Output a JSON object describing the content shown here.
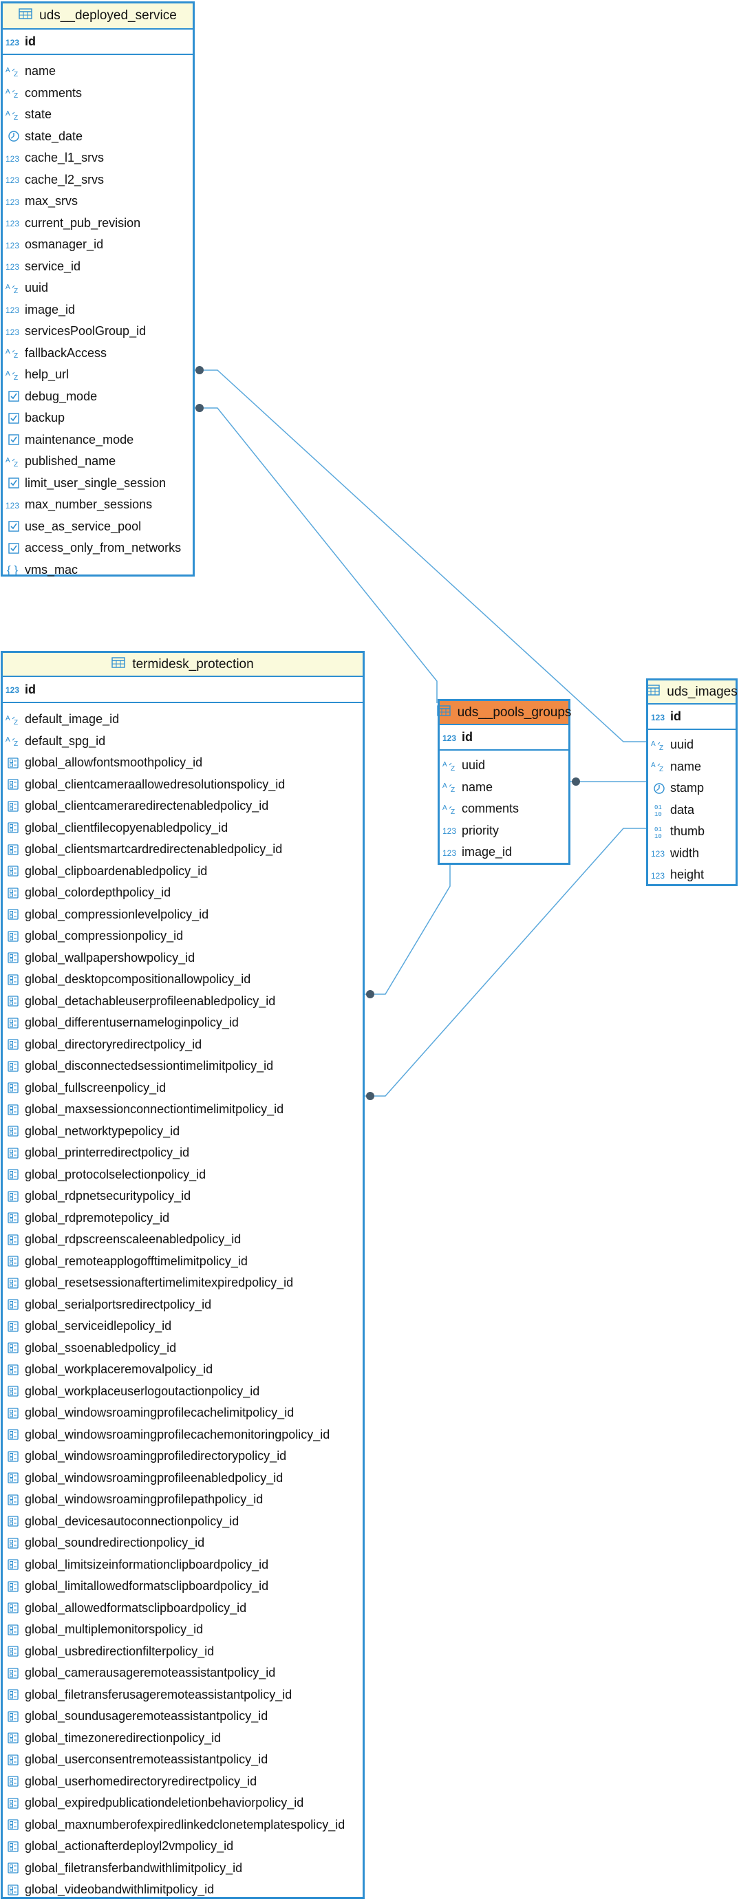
{
  "tables": {
    "deployed_service": {
      "name": "uds__deployed_service",
      "pk": {
        "name": "id",
        "type": "num"
      },
      "columns": [
        {
          "name": "name",
          "type": "str"
        },
        {
          "name": "comments",
          "type": "str"
        },
        {
          "name": "state",
          "type": "str"
        },
        {
          "name": "state_date",
          "type": "date"
        },
        {
          "name": "cache_l1_srvs",
          "type": "num"
        },
        {
          "name": "cache_l2_srvs",
          "type": "num"
        },
        {
          "name": "max_srvs",
          "type": "num"
        },
        {
          "name": "current_pub_revision",
          "type": "num"
        },
        {
          "name": "osmanager_id",
          "type": "num"
        },
        {
          "name": "service_id",
          "type": "num"
        },
        {
          "name": "uuid",
          "type": "str"
        },
        {
          "name": "image_id",
          "type": "num"
        },
        {
          "name": "servicesPoolGroup_id",
          "type": "num"
        },
        {
          "name": "fallbackAccess",
          "type": "str"
        },
        {
          "name": "help_url",
          "type": "str"
        },
        {
          "name": "debug_mode",
          "type": "bool"
        },
        {
          "name": "backup",
          "type": "bool"
        },
        {
          "name": "maintenance_mode",
          "type": "bool"
        },
        {
          "name": "published_name",
          "type": "str"
        },
        {
          "name": "limit_user_single_session",
          "type": "bool"
        },
        {
          "name": "max_number_sessions",
          "type": "num"
        },
        {
          "name": "use_as_service_pool",
          "type": "bool"
        },
        {
          "name": "access_only_from_networks",
          "type": "bool"
        },
        {
          "name": "vms_mac",
          "type": "json"
        }
      ]
    },
    "termidesk_protection": {
      "name": "termidesk_protection",
      "pk": {
        "name": "id",
        "type": "num"
      },
      "columns": [
        {
          "name": "default_image_id",
          "type": "str"
        },
        {
          "name": "default_spg_id",
          "type": "str"
        },
        {
          "name": "global_allowfontsmoothpolicy_id",
          "type": "pol"
        },
        {
          "name": "global_clientcameraallowedresolutionspolicy_id",
          "type": "pol"
        },
        {
          "name": "global_clientcameraredirectenabledpolicy_id",
          "type": "pol"
        },
        {
          "name": "global_clientfilecopyenabledpolicy_id",
          "type": "pol"
        },
        {
          "name": "global_clientsmartcardredirectenabledpolicy_id",
          "type": "pol"
        },
        {
          "name": "global_clipboardenabledpolicy_id",
          "type": "pol"
        },
        {
          "name": "global_colordepthpolicy_id",
          "type": "pol"
        },
        {
          "name": "global_compressionlevelpolicy_id",
          "type": "pol"
        },
        {
          "name": "global_compressionpolicy_id",
          "type": "pol"
        },
        {
          "name": "global_wallpapershowpolicy_id",
          "type": "pol"
        },
        {
          "name": "global_desktopcompositionallowpolicy_id",
          "type": "pol"
        },
        {
          "name": "global_detachableuserprofileenabledpolicy_id",
          "type": "pol"
        },
        {
          "name": "global_differentusernameloginpolicy_id",
          "type": "pol"
        },
        {
          "name": "global_directoryredirectpolicy_id",
          "type": "pol"
        },
        {
          "name": "global_disconnectedsessiontimelimitpolicy_id",
          "type": "pol"
        },
        {
          "name": "global_fullscreenpolicy_id",
          "type": "pol"
        },
        {
          "name": "global_maxsessionconnectiontimelimitpolicy_id",
          "type": "pol"
        },
        {
          "name": "global_networktypepolicy_id",
          "type": "pol"
        },
        {
          "name": "global_printerredirectpolicy_id",
          "type": "pol"
        },
        {
          "name": "global_protocolselectionpolicy_id",
          "type": "pol"
        },
        {
          "name": "global_rdpnetsecuritypolicy_id",
          "type": "pol"
        },
        {
          "name": "global_rdpremotepolicy_id",
          "type": "pol"
        },
        {
          "name": "global_rdpscreenscaleenabledpolicy_id",
          "type": "pol"
        },
        {
          "name": "global_remoteapplogofftimelimitpolicy_id",
          "type": "pol"
        },
        {
          "name": "global_resetsessionaftertimelimitexpiredpolicy_id",
          "type": "pol"
        },
        {
          "name": "global_serialportsredirectpolicy_id",
          "type": "pol"
        },
        {
          "name": "global_serviceidlepolicy_id",
          "type": "pol"
        },
        {
          "name": "global_ssoenabledpolicy_id",
          "type": "pol"
        },
        {
          "name": "global_workplaceremovalpolicy_id",
          "type": "pol"
        },
        {
          "name": "global_workplaceuserlogoutactionpolicy_id",
          "type": "pol"
        },
        {
          "name": "global_windowsroamingprofilecachelimitpolicy_id",
          "type": "pol"
        },
        {
          "name": "global_windowsroamingprofilecachemonitoringpolicy_id",
          "type": "pol"
        },
        {
          "name": "global_windowsroamingprofiledirectorypolicy_id",
          "type": "pol"
        },
        {
          "name": "global_windowsroamingprofileenabledpolicy_id",
          "type": "pol"
        },
        {
          "name": "global_windowsroamingprofilepathpolicy_id",
          "type": "pol"
        },
        {
          "name": "global_devicesautoconnectionpolicy_id",
          "type": "pol"
        },
        {
          "name": "global_soundredirectionpolicy_id",
          "type": "pol"
        },
        {
          "name": "global_limitsizeinformationclipboardpolicy_id",
          "type": "pol"
        },
        {
          "name": "global_limitallowedformatsclipboardpolicy_id",
          "type": "pol"
        },
        {
          "name": "global_allowedformatsclipboardpolicy_id",
          "type": "pol"
        },
        {
          "name": "global_multiplemonitorspolicy_id",
          "type": "pol"
        },
        {
          "name": "global_usbredirectionfilterpolicy_id",
          "type": "pol"
        },
        {
          "name": "global_camerausageremoteassistantpolicy_id",
          "type": "pol"
        },
        {
          "name": "global_filetransferusageremoteassistantpolicy_id",
          "type": "pol"
        },
        {
          "name": "global_soundusageremoteassistantpolicy_id",
          "type": "pol"
        },
        {
          "name": "global_timezoneredirectionpolicy_id",
          "type": "pol"
        },
        {
          "name": "global_userconsentremoteassistantpolicy_id",
          "type": "pol"
        },
        {
          "name": "global_userhomedirectoryredirectpolicy_id",
          "type": "pol"
        },
        {
          "name": "global_expiredpublicationdeletionbehaviorpolicy_id",
          "type": "pol"
        },
        {
          "name": "global_maxnumberofexpiredlinkedclonetemplatespolicy_id",
          "type": "pol"
        },
        {
          "name": "global_actionafterdeployl2vmpolicy_id",
          "type": "pol"
        },
        {
          "name": "global_filetransferbandwithlimitpolicy_id",
          "type": "pol"
        },
        {
          "name": "global_videobandwithlimitpolicy_id",
          "type": "pol"
        }
      ]
    },
    "pools_groups": {
      "name": "uds__pools_groups",
      "pk": {
        "name": "id",
        "type": "num"
      },
      "columns": [
        {
          "name": "uuid",
          "type": "str"
        },
        {
          "name": "name",
          "type": "str"
        },
        {
          "name": "comments",
          "type": "str"
        },
        {
          "name": "priority",
          "type": "num"
        },
        {
          "name": "image_id",
          "type": "num"
        }
      ]
    },
    "images": {
      "name": "uds_images",
      "pk": {
        "name": "id",
        "type": "num"
      },
      "columns": [
        {
          "name": "uuid",
          "type": "str"
        },
        {
          "name": "name",
          "type": "str"
        },
        {
          "name": "stamp",
          "type": "date"
        },
        {
          "name": "data",
          "type": "bin"
        },
        {
          "name": "thumb",
          "type": "bin"
        },
        {
          "name": "width",
          "type": "num"
        },
        {
          "name": "height",
          "type": "num"
        }
      ]
    }
  },
  "colors": {
    "border": "#2e8fd1",
    "header_bg": "#fafadc",
    "header_selected_bg": "#f08a44",
    "icon": "#2e8fd1",
    "link": "#5aa8dc",
    "link_dot": "#455a6b"
  }
}
